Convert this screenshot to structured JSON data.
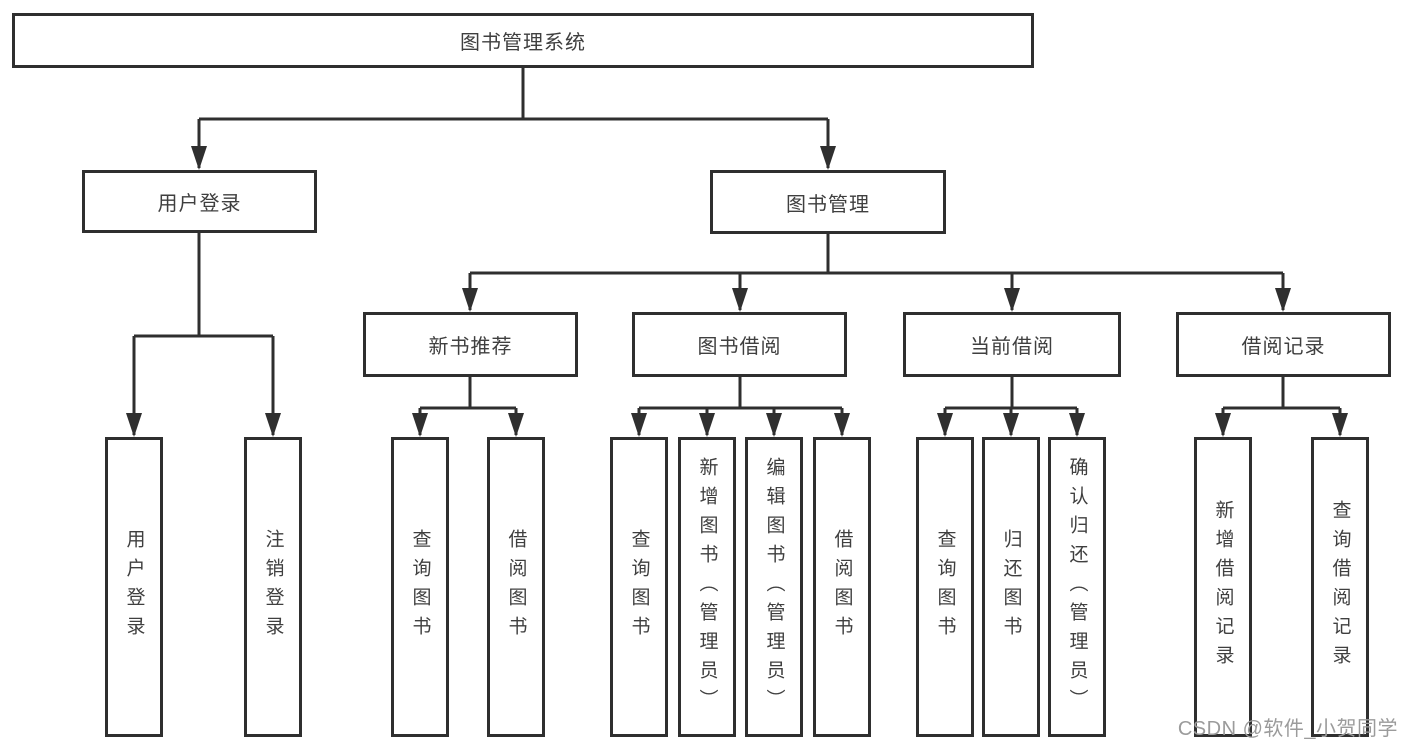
{
  "diagram": {
    "root": {
      "label": "图书管理系统"
    },
    "branches": [
      {
        "label": "用户登录",
        "children": [
          {
            "label": "用户登录"
          },
          {
            "label": "注销登录"
          }
        ]
      },
      {
        "label": "图书管理",
        "children": [
          {
            "label": "新书推荐",
            "children": [
              {
                "label": "查询图书"
              },
              {
                "label": "借阅图书"
              }
            ]
          },
          {
            "label": "图书借阅",
            "children": [
              {
                "label": "查询图书"
              },
              {
                "label": "新增图书（管理员）"
              },
              {
                "label": "编辑图书（管理员）"
              },
              {
                "label": "借阅图书"
              }
            ]
          },
          {
            "label": "当前借阅",
            "children": [
              {
                "label": "查询图书"
              },
              {
                "label": "归还图书"
              },
              {
                "label": "确认归还（管理员）"
              }
            ]
          },
          {
            "label": "借阅记录",
            "children": [
              {
                "label": "新增借阅记录"
              },
              {
                "label": "查询借阅记录"
              }
            ]
          }
        ]
      }
    ]
  },
  "watermark": {
    "text": "CSDN @软件_小贺同学",
    "color": "#9b9b9b"
  },
  "colors": {
    "line": "#2f2f2f",
    "box_border": "#2f2f2f",
    "box_fill": "#ffffff",
    "text": "#3f3f3f",
    "background": "#ffffff"
  }
}
